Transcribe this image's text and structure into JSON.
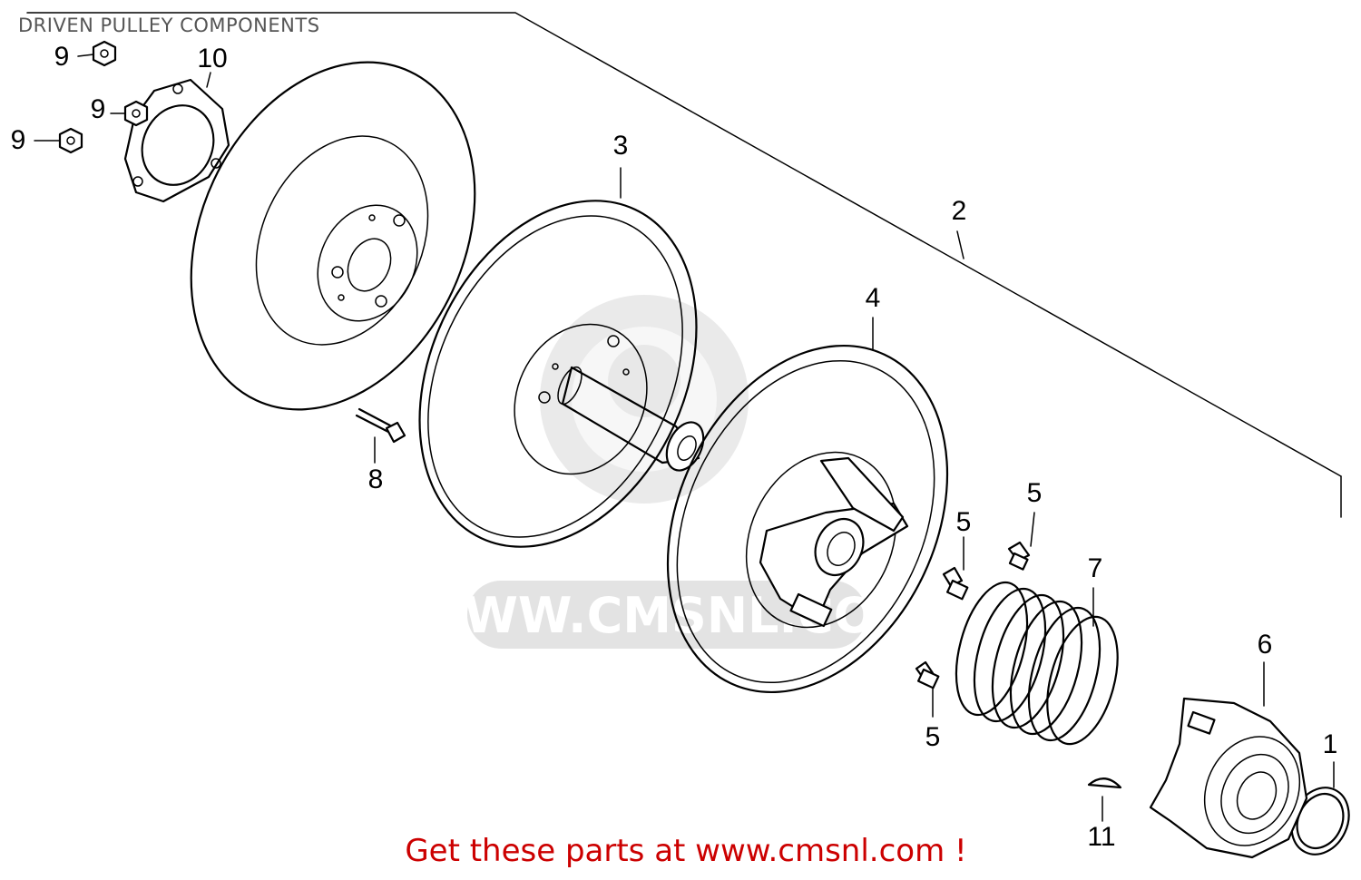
{
  "title": "DRIVEN PULLEY COMPONENTS",
  "footer": {
    "promo_text": "Get these parts at www.cmsnl.com !",
    "promo_color": "#cc0000"
  },
  "watermark": {
    "text": "WWW.CMSNL.COM"
  },
  "callouts": {
    "part_1": "1",
    "part_2": "2",
    "part_3": "3",
    "part_4": "4",
    "part_5_a": "5",
    "part_5_b": "5",
    "part_5_c": "5",
    "part_6": "6",
    "part_7": "7",
    "part_8": "8",
    "part_9_a": "9",
    "part_9_b": "9",
    "part_9_c": "9",
    "part_10": "10",
    "part_11": "11"
  }
}
